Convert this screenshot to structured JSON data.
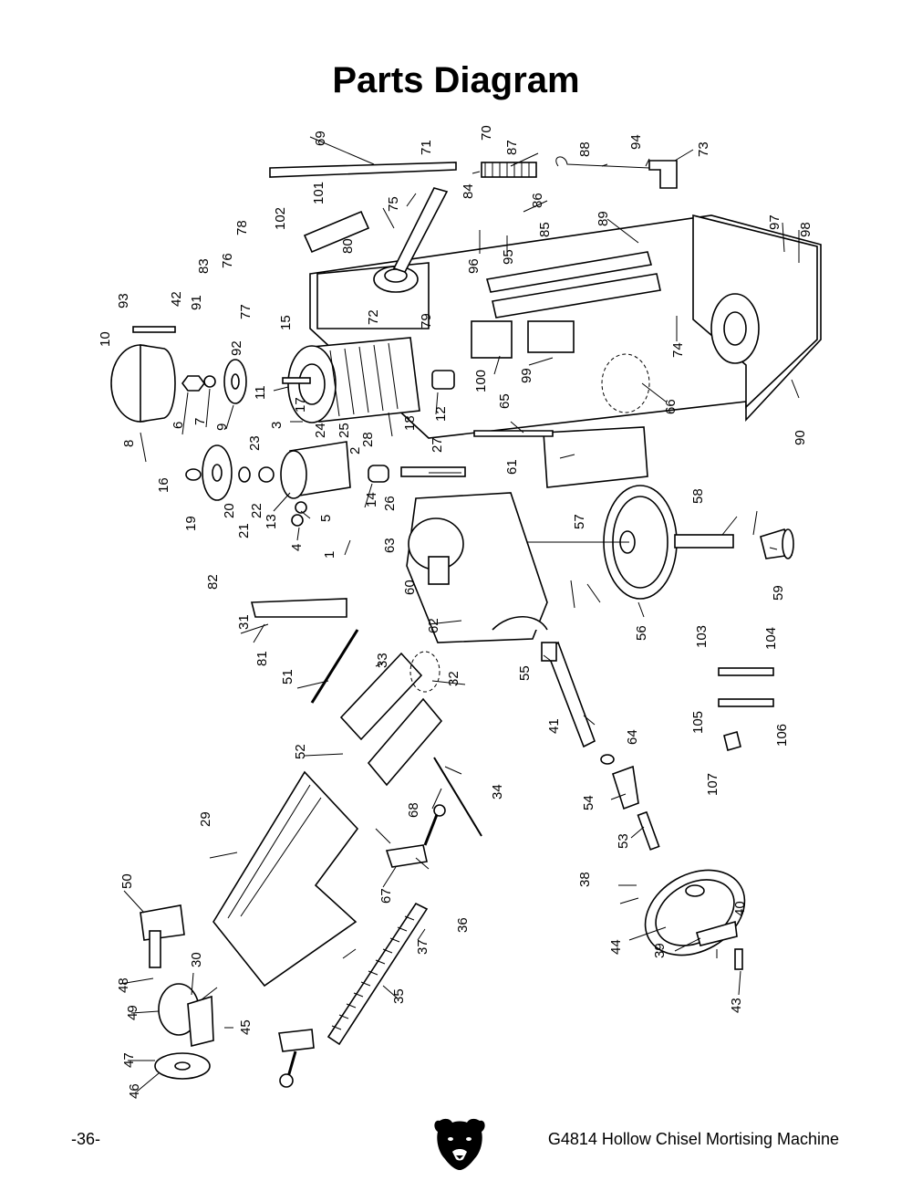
{
  "page": {
    "title": "Parts Diagram",
    "page_number": "-36-",
    "footer_title": "G4814 Hollow Chisel Mortising Machine",
    "logo_icon": "bear-head-icon"
  },
  "callouts": [
    "1",
    "2",
    "3",
    "4",
    "5",
    "6",
    "7",
    "8",
    "9",
    "10",
    "11",
    "12",
    "13",
    "14",
    "15",
    "16",
    "17",
    "18",
    "19",
    "20",
    "21",
    "22",
    "23",
    "24",
    "25",
    "26",
    "27",
    "28",
    "29",
    "30",
    "31",
    "32",
    "33",
    "34",
    "35",
    "36",
    "37",
    "38",
    "39",
    "40",
    "41",
    "42",
    "43",
    "44",
    "45",
    "46",
    "47",
    "48",
    "49",
    "50",
    "51",
    "52",
    "53",
    "54",
    "55",
    "56",
    "57",
    "58",
    "59",
    "60",
    "61",
    "62",
    "63",
    "64",
    "65",
    "66",
    "67",
    "68",
    "69",
    "70",
    "71",
    "72",
    "73",
    "74",
    "75",
    "76",
    "77",
    "78",
    "79",
    "80",
    "81",
    "82",
    "83",
    "84",
    "85",
    "86",
    "87",
    "88",
    "89",
    "90",
    "91",
    "92",
    "93",
    "94",
    "95",
    "96",
    "97",
    "98",
    "99",
    "100",
    "101",
    "102",
    "103",
    "104",
    "105",
    "106",
    "107"
  ]
}
